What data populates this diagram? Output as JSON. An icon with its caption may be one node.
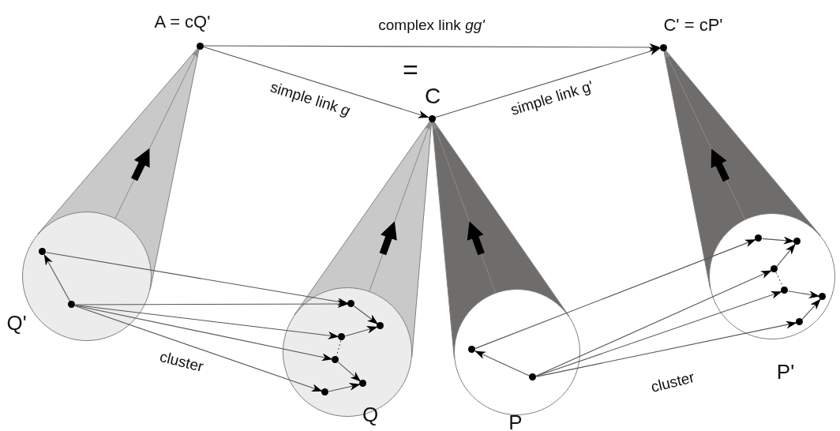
{
  "diagram": {
    "nodes": [
      {
        "text": [
          "A = cQ'"
        ]
      },
      {
        "text": [
          "C"
        ]
      },
      {
        "text": [
          "C' = cP'"
        ]
      },
      {
        "text": [
          "Q'"
        ]
      },
      {
        "text": [],
        "shape": "circle",
        "in": 3
      },
      {
        "text": [],
        "shape": "circle",
        "in": 3
      },
      {
        "text": [
          "Q"
        ]
      },
      {
        "text": [],
        "shape": "circle",
        "in": 6
      },
      {
        "text": [],
        "shape": "circle",
        "in": 6
      },
      {
        "text": [],
        "shape": "circle",
        "in": 6
      },
      {
        "text": [],
        "shape": "circle",
        "in": 6
      },
      {
        "text": [],
        "shape": "circle",
        "in": 6
      },
      {
        "text": [],
        "shape": "circle",
        "in": 6
      },
      {
        "text": [
          "P"
        ]
      },
      {
        "text": [],
        "shape": "circle",
        "in": 13
      },
      {
        "text": [],
        "shape": "circle",
        "in": 13
      },
      {
        "text": [
          "P'"
        ]
      },
      {
        "text": [],
        "shape": "circle",
        "in": 16
      },
      {
        "text": [],
        "shape": "circle",
        "in": 16
      },
      {
        "text": [],
        "shape": "circle",
        "in": 16
      },
      {
        "text": [],
        "shape": "circle",
        "in": 16
      },
      {
        "text": [],
        "shape": "circle",
        "in": 16
      },
      {
        "text": [],
        "shape": "circle",
        "in": 16
      }
    ],
    "edges": [
      {
        "from": 0,
        "to": 2,
        "arrow": "to",
        "label": "complex link *gg'*"
      },
      {
        "from": 0,
        "to": 1,
        "arrow": "to",
        "label": "simple link *g*"
      },
      {
        "from": 1,
        "to": 2,
        "arrow": "to",
        "label": "simple link g'"
      },
      {
        "from": 3,
        "to": 0,
        "arrow": "to"
      },
      {
        "from": 6,
        "to": 1,
        "arrow": "to"
      },
      {
        "from": 13,
        "to": 1,
        "arrow": "to"
      },
      {
        "from": 16,
        "to": 2,
        "arrow": "to"
      },
      {
        "from": 5,
        "to": 4,
        "arrow": "to"
      },
      {
        "from": 4,
        "to": 7,
        "arrow": "to"
      },
      {
        "from": 5,
        "to": 7,
        "arrow": "to"
      },
      {
        "from": 5,
        "to": 9,
        "arrow": "to"
      },
      {
        "from": 5,
        "to": 10,
        "arrow": "to"
      },
      {
        "from": 5,
        "to": 12,
        "arrow": "to"
      },
      {
        "from": 7,
        "to": 8,
        "arrow": "to"
      },
      {
        "from": 9,
        "to": 8,
        "arrow": "to"
      },
      {
        "from": 9,
        "to": 10,
        "arrow": "none",
        "style": "dashed"
      },
      {
        "from": 10,
        "to": 11,
        "arrow": "to"
      },
      {
        "from": 12,
        "to": 11,
        "arrow": "to"
      },
      {
        "from": 15,
        "to": 14,
        "arrow": "to"
      },
      {
        "from": 14,
        "to": 17,
        "arrow": "to"
      },
      {
        "from": 15,
        "to": 19,
        "arrow": "to"
      },
      {
        "from": 15,
        "to": 20,
        "arrow": "to"
      },
      {
        "from": 15,
        "to": 22,
        "arrow": "to"
      },
      {
        "from": 17,
        "to": 18,
        "arrow": "to"
      },
      {
        "from": 19,
        "to": 18,
        "arrow": "to"
      },
      {
        "from": 19,
        "to": 20,
        "arrow": "none",
        "style": "dashed"
      },
      {
        "from": 20,
        "to": 21,
        "arrow": "to"
      },
      {
        "from": 22,
        "to": 21,
        "arrow": "to"
      }
    ],
    "labels": [
      "=",
      "cluster",
      "cluster"
    ]
  }
}
